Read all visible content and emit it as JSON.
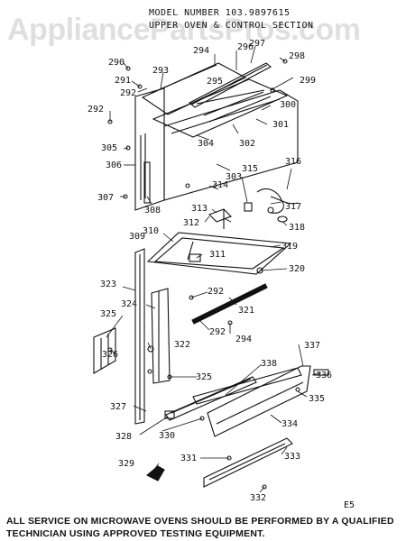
{
  "watermark": "AppliancePartsPros.com",
  "header": {
    "line1": "MODEL NUMBER  103.9897615",
    "line2": "UPPER OVEN & CONTROL SECTION"
  },
  "diagram_code": "E5",
  "footer": {
    "line1": "ALL SERVICE ON MICROWAVE OVENS SHOULD BE PERFORMED BY A QUALIFIED",
    "line2": "TECHNICIAN USING APPROVED TESTING EQUIPMENT."
  },
  "parts": [
    "290",
    "291",
    "292",
    "293",
    "294",
    "295",
    "296",
    "297",
    "298",
    "299",
    "300",
    "301",
    "302",
    "303",
    "304",
    "305",
    "306",
    "307",
    "308",
    "309",
    "310",
    "311",
    "312",
    "313",
    "314",
    "315",
    "316",
    "317",
    "318",
    "319",
    "320",
    "321",
    "322",
    "323",
    "324",
    "325",
    "326",
    "327",
    "328",
    "329",
    "330",
    "331",
    "332",
    "333",
    "334",
    "335",
    "336",
    "337",
    "338"
  ]
}
